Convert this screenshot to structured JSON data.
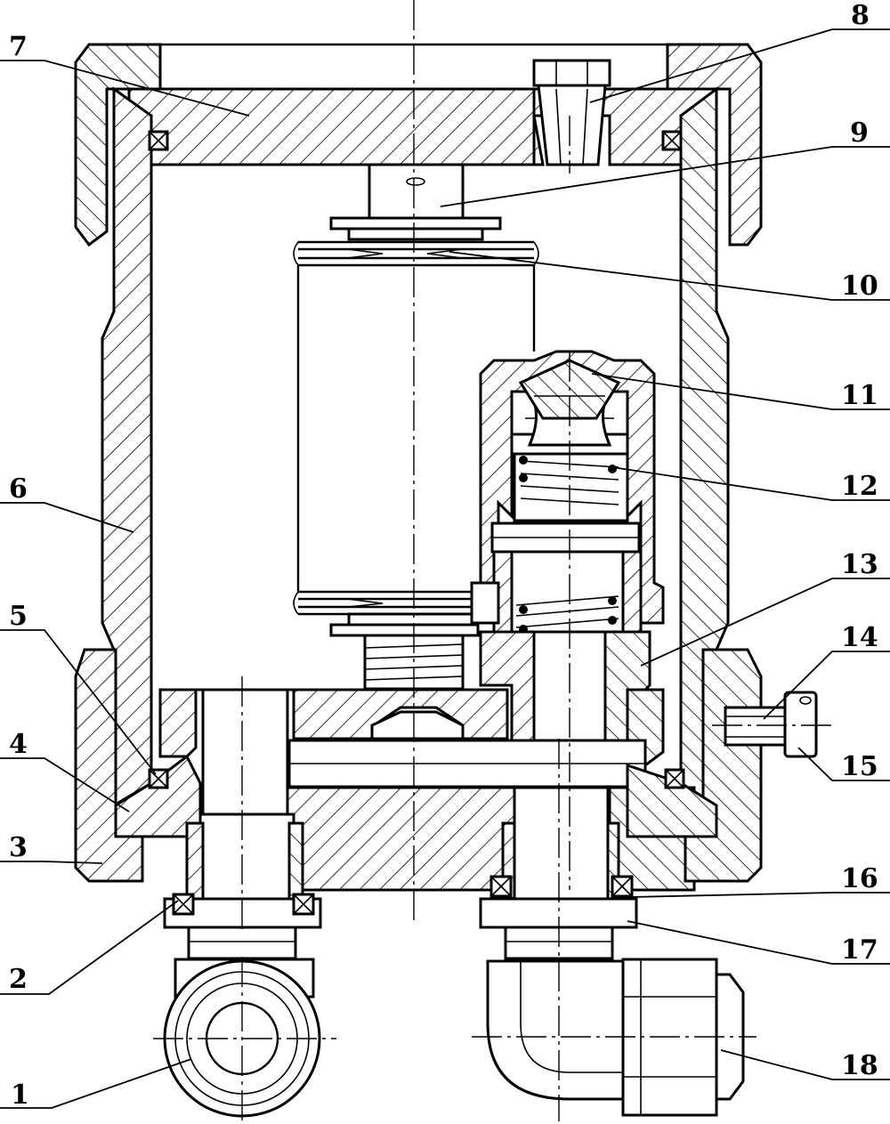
{
  "labels": {
    "l1": "1",
    "l2": "2",
    "l3": "3",
    "l4": "4",
    "l5": "5",
    "l6": "6",
    "l7": "7",
    "l8": "8",
    "l9": "9",
    "l10": "10",
    "l11": "11",
    "l12": "12",
    "l13": "13",
    "l14": "14",
    "l15": "15",
    "l16": "16",
    "l17": "17",
    "l18": "18"
  },
  "colors": {
    "ink": "#000000",
    "paper": "#ffffff"
  }
}
